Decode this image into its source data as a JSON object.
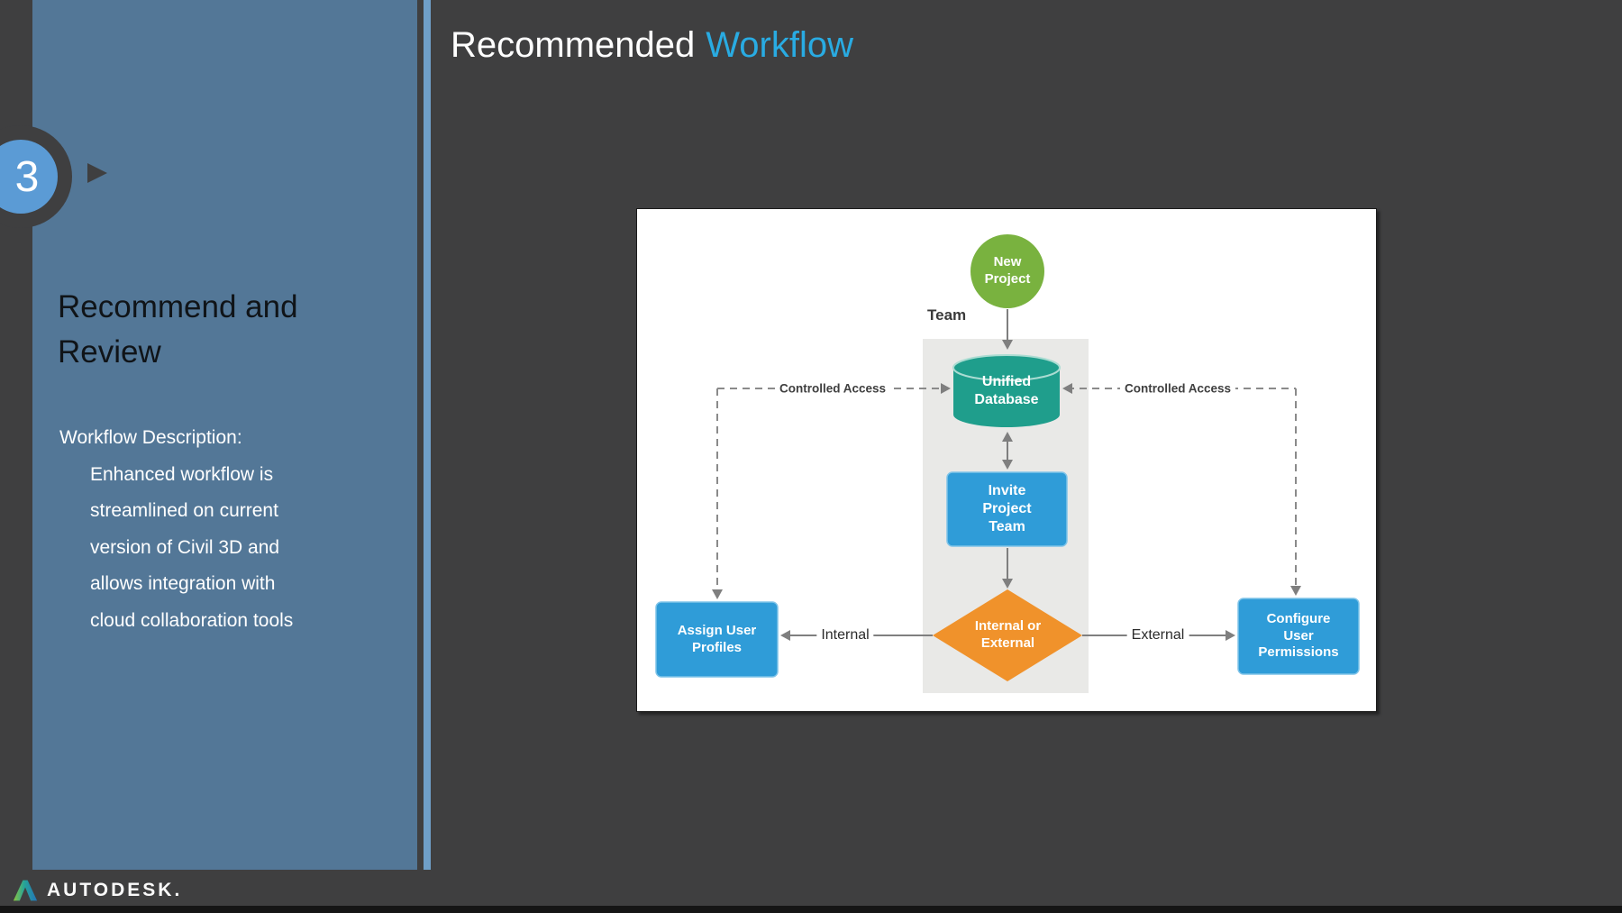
{
  "slide": {
    "title_part1": "Recommended",
    "title_part2": "Workflow",
    "step_number": "3",
    "heading": "Recommend and Review",
    "description_label": "Workflow Description:",
    "description_lines": [
      "Enhanced workflow is",
      "streamlined on current",
      "version of Civil 3D and",
      "allows integration with",
      "cloud collaboration tools"
    ]
  },
  "footer": {
    "brand": "AUTODESK."
  },
  "diagram": {
    "team_label": "Team",
    "nodes": {
      "new_project": "New Project",
      "unified_database": "Unified Database",
      "invite_project_team": "Invite Project Team",
      "internal_or_external": "Internal or External",
      "assign_user_profiles": "Assign User Profiles",
      "configure_user_permissions": "Configure User Permissions"
    },
    "edge_labels": {
      "controlled_access_left": "Controlled Access",
      "controlled_access_right": "Controlled Access",
      "internal": "Internal",
      "external": "External"
    },
    "colors": {
      "node_green": "#79B23F",
      "node_teal": "#1F9E8C",
      "node_blue": "#2F9CD8",
      "node_orange": "#F0922B",
      "panel_blue": "#537797",
      "accent_blue": "#29ABE2",
      "badge_blue": "#5B9BD5",
      "background": "#3F3F40"
    }
  }
}
